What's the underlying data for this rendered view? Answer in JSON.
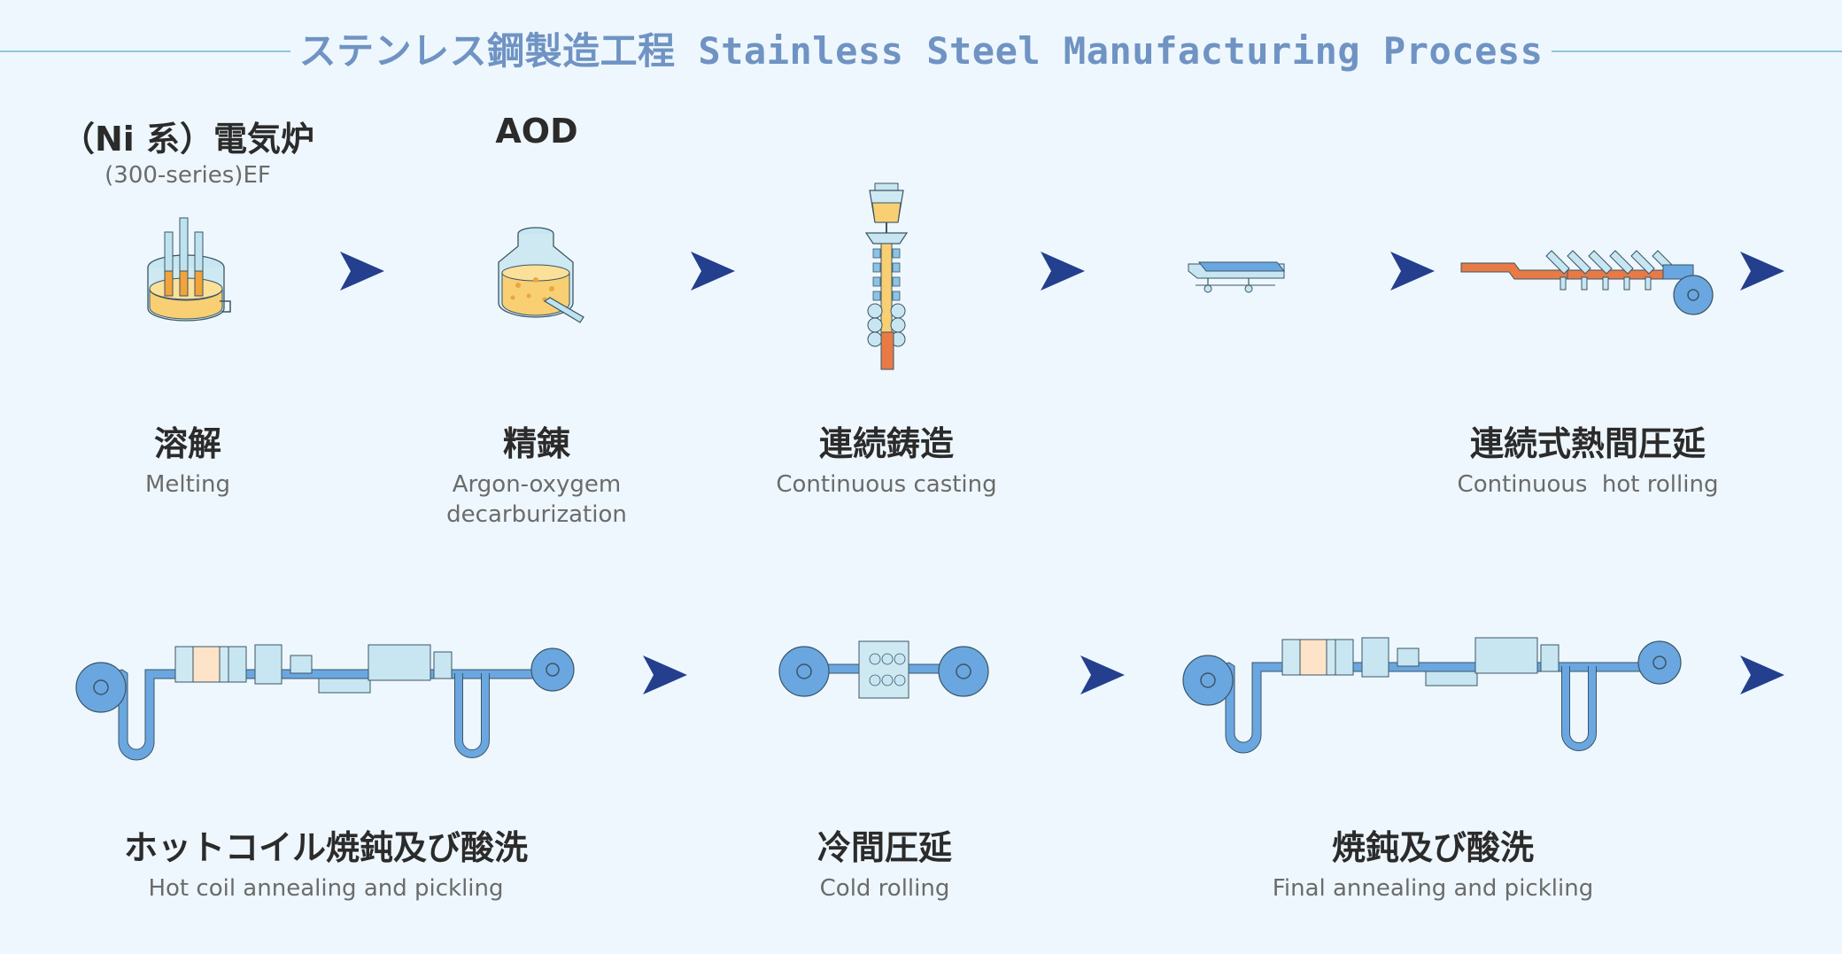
{
  "title": "ステンレス鋼製造工程 Stainless Steel Manufacturing Process",
  "pre_labels": [
    {
      "jp": "（Ni 系）電気炉",
      "en": "(300-series)EF"
    },
    {
      "jp": "AOD",
      "en": ""
    }
  ],
  "steps": [
    {
      "jp": "溶解",
      "en": "Melting"
    },
    {
      "jp": "精錬",
      "en": "Argon-oxygem",
      "en2": "decarburization"
    },
    {
      "jp": "連続鋳造",
      "en": "Continuous casting"
    },
    {
      "jp": "連続式熱間圧延",
      "en": "Continuous  hot rolling"
    },
    {
      "jp": "ホットコイル焼鈍及び酸洗",
      "en": "Hot coil annealing and pickling"
    },
    {
      "jp": "冷間圧延",
      "en": "Cold rolling"
    },
    {
      "jp": "焼鈍及び酸洗",
      "en": "Final annealing and pickling"
    }
  ],
  "colors": {
    "background": "#eef7fd",
    "title": "#6f93c3",
    "arrow": "#233f8e",
    "steel_blue": "#6aa7e0",
    "molten": "#f8cf73",
    "hot_slab": "#e87a45"
  },
  "icons": [
    "electric-furnace-icon",
    "aod-converter-icon",
    "continuous-caster-icon",
    "slab-icon",
    "hot-rolling-mill-icon",
    "annealing-pickling-line-icon",
    "cold-rolling-mill-icon",
    "arrow-icon"
  ]
}
